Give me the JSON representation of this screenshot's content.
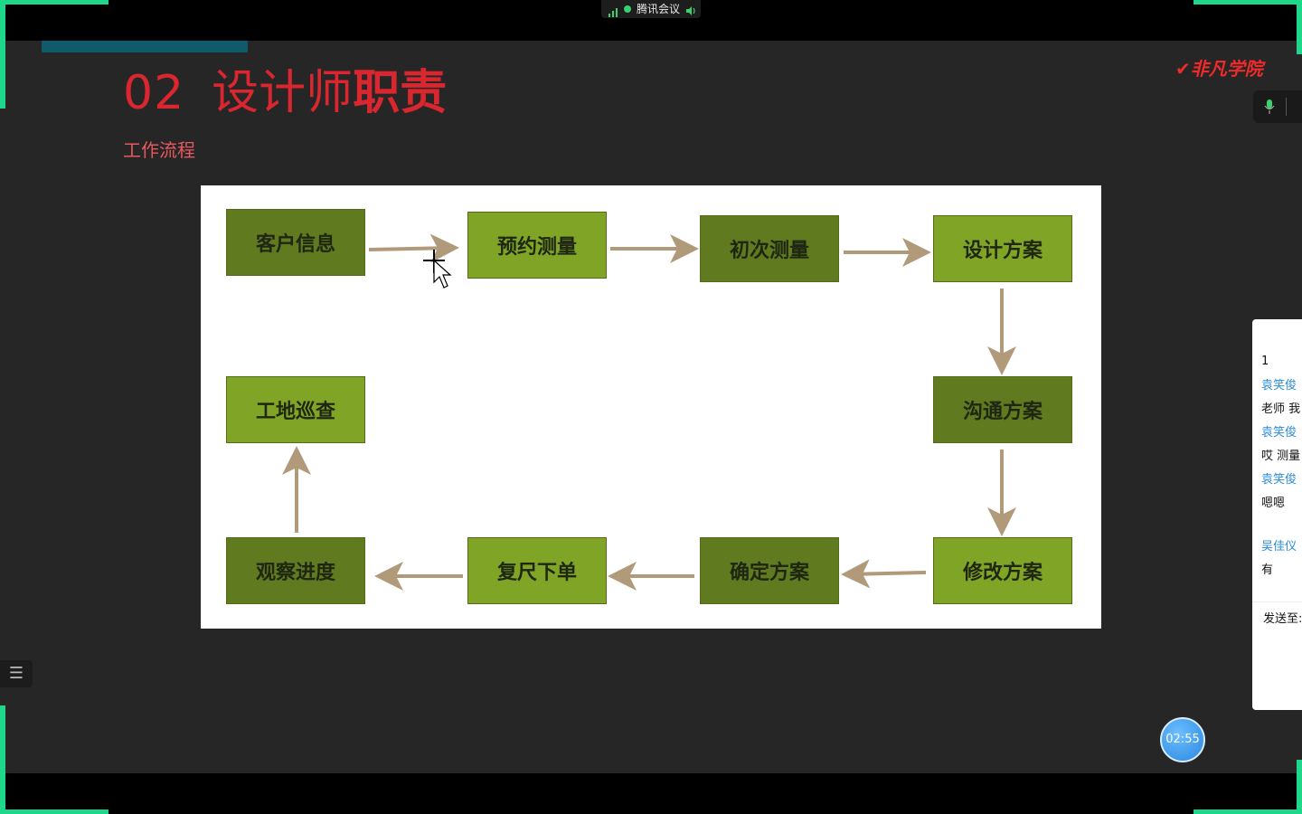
{
  "meeting": {
    "app_name": "腾讯会议",
    "signal_icon": "signal-bars-icon",
    "speaker_icon": "speaker-icon"
  },
  "slide": {
    "number": "02",
    "title_part1": "设计师",
    "title_part2": "职责",
    "subtitle": "工作流程",
    "logo_text": "非凡学院"
  },
  "flowchart": {
    "steps": [
      "客户信息",
      "预约测量",
      "初次测量",
      "设计方案",
      "沟通方案",
      "修改方案",
      "确定方案",
      "复尺下单",
      "观察进度",
      "工地巡查"
    ]
  },
  "chat": {
    "messages": [
      {
        "text": "1"
      },
      {
        "name": "袁笑俊"
      },
      {
        "text": "老师 我"
      },
      {
        "name": "袁笑俊"
      },
      {
        "text": "哎 测量"
      },
      {
        "name": "袁笑俊"
      },
      {
        "text": "嗯嗯"
      },
      {
        "name": "吴佳仪"
      },
      {
        "text": "有"
      }
    ],
    "send_to_label": "发送至:"
  },
  "timer": "02:55",
  "colors": {
    "title_red": "#d9262f",
    "accent_teal": "#0f5b6b",
    "box_dark": "#5f7a1f",
    "box_light": "#7fa426",
    "arrow": "#b09a7a",
    "corner_green": "#1ed78a"
  }
}
